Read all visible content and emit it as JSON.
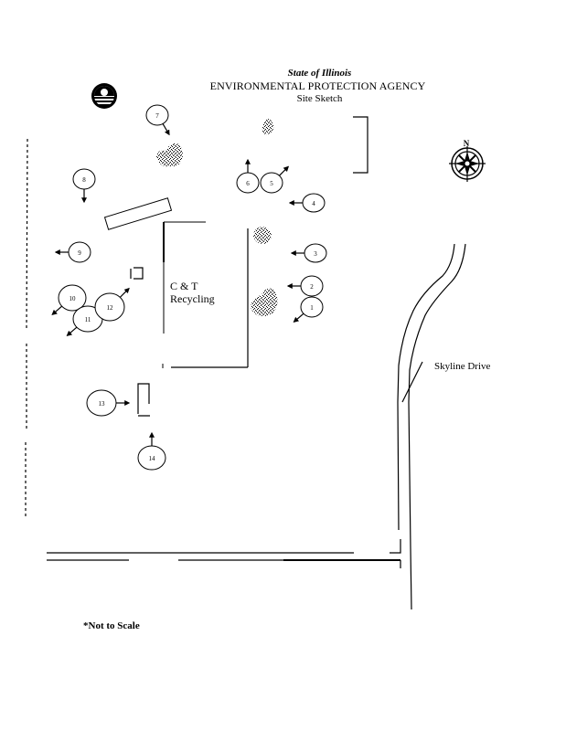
{
  "header": {
    "state": "State of Illinois",
    "agency": "ENVIRONMENTAL PROTECTION AGENCY",
    "subtitle": "Site Sketch"
  },
  "site": {
    "name_line1": "C & T",
    "name_line2": "Recycling"
  },
  "road": {
    "name": "Skyline Drive"
  },
  "compass": {
    "north_label": "N"
  },
  "photo_points": [
    {
      "id": "1",
      "label": "1",
      "direction": "southwest"
    },
    {
      "id": "2",
      "label": "2",
      "direction": "west"
    },
    {
      "id": "3",
      "label": "3",
      "direction": "west"
    },
    {
      "id": "4",
      "label": "4",
      "direction": "west"
    },
    {
      "id": "5",
      "label": "5",
      "direction": "northeast"
    },
    {
      "id": "6",
      "label": "6",
      "direction": "north"
    },
    {
      "id": "7",
      "label": "7",
      "direction": "southeast"
    },
    {
      "id": "8",
      "label": "8",
      "direction": "south"
    },
    {
      "id": "9",
      "label": "9",
      "direction": "west"
    },
    {
      "id": "10",
      "label": "10",
      "direction": "southwest"
    },
    {
      "id": "11",
      "label": "11",
      "direction": "southwest"
    },
    {
      "id": "12",
      "label": "12",
      "direction": "northeast"
    },
    {
      "id": "13",
      "label": "13",
      "direction": "east"
    },
    {
      "id": "14",
      "label": "14",
      "direction": "north"
    }
  ],
  "footnote": "*Not to Scale",
  "colors": {
    "ink": "#000000",
    "paper": "#ffffff"
  }
}
